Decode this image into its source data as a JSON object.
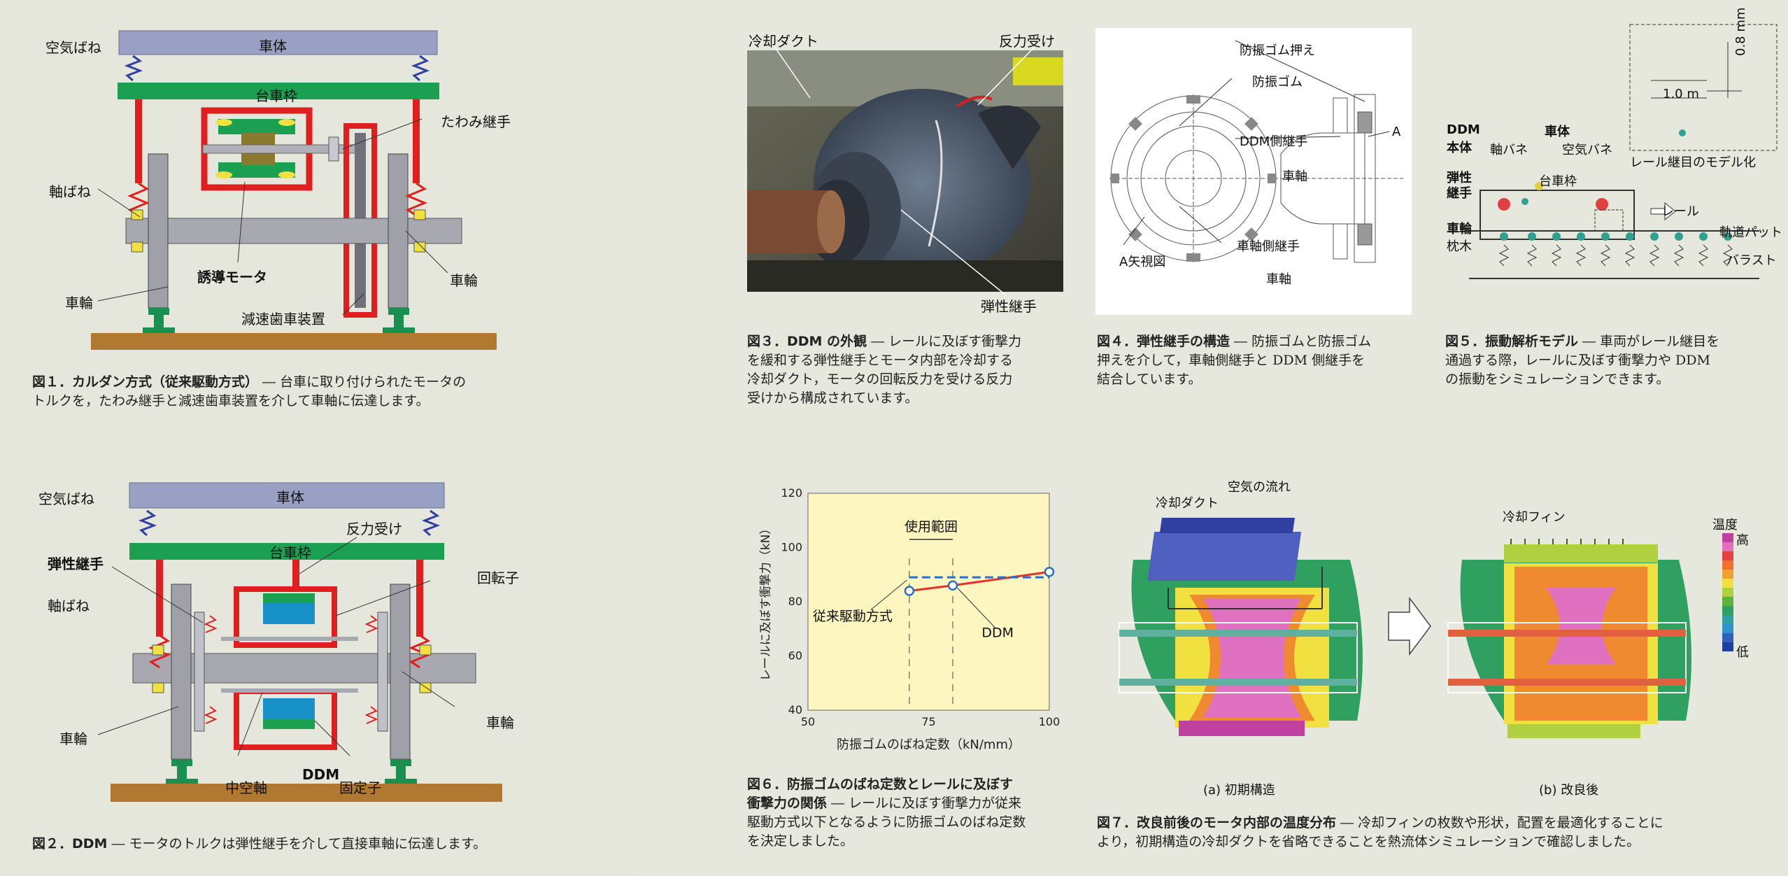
{
  "fig1": {
    "labels": {
      "car_body": "車体",
      "air_spring": "空気ばね",
      "bogie_frame": "台車枠",
      "axle_spring": "軸ばね",
      "flexible_coupling": "たわみ継手",
      "wheel_left": "車輪",
      "wheel_right": "車輪",
      "induction_motor": "誘導モータ",
      "gear_unit": "減速歯車装置"
    },
    "caption_title": "図１．カルダン方式（従来駆動方式）",
    "caption_line1": " ― 台車に取り付けられたモータの",
    "caption_line2": "トルクを，たわみ継手と減速歯車装置を介して車軸に伝達します。"
  },
  "fig2": {
    "labels": {
      "car_body": "車体",
      "air_spring": "空気ばね",
      "reaction_receiver": "反力受け",
      "bogie_frame": "台車枠",
      "elastic_coupling": "弾性継手",
      "rotor": "回転子",
      "axle_spring": "軸ばね",
      "wheel_left": "車輪",
      "wheel_right": "車輪",
      "hollow_shaft": "中空軸",
      "ddm": "DDM",
      "stator": "固定子"
    },
    "caption_title": "図２．DDM",
    "caption_line1": " ― モータのトルクは弾性継手を介して直接車軸に伝達します。"
  },
  "fig3": {
    "labels": {
      "cooling_duct": "冷却ダクト",
      "reaction_receiver": "反力受け",
      "elastic_coupling": "弾性継手"
    },
    "caption_title": "図３．DDM の外観",
    "caption_lines": [
      " ― レールに及ぼす衝撃力",
      "を緩和する弾性継手とモータ内部を冷却する",
      "冷却ダクト，モータの回転反力を受ける反力",
      "受けから構成されています。"
    ]
  },
  "fig4": {
    "labels": {
      "rubber_retainer": "防振ゴム押え",
      "rubber": "防振ゴム",
      "ddm_side_coupling": "DDM側継手",
      "a_mark": "A",
      "axle_label": "車軸",
      "axle_side_coupling": "車軸側継手",
      "a_view": "A矢視図",
      "axle_bottom": "車軸"
    },
    "caption_title": "図４．弾性継手の構造",
    "caption_lines": [
      " ― 防振ゴムと防振ゴム",
      "押えを介して，車軸側継手と DDM 側継手を",
      "結合しています。"
    ]
  },
  "fig5": {
    "labels": {
      "dim_1m": "1.0 m",
      "dim_08mm": "0.8 mm",
      "rail_joint_model": "レール継目のモデル化",
      "ddm_body_1": "DDM",
      "ddm_body_2": "本体",
      "axle_spring": "軸バネ",
      "car_body": "車体",
      "air_spring": "空気バネ",
      "elastic_1": "弾性",
      "elastic_2": "継手",
      "bogie_frame": "台車枠",
      "rail": "レール",
      "wheel": "車輪",
      "track_pad": "軌道パット",
      "sleeper": "枕木",
      "ballast": "バラスト"
    },
    "caption_title": "図５．振動解析モデル",
    "caption_lines": [
      " ― 車両がレール継目を",
      "通過する際，レールに及ぼす衝撃力や DDM",
      "の振動をシミュレーションできます。"
    ]
  },
  "fig6": {
    "chart_data": {
      "type": "line",
      "xlabel": "防振ゴムのばね定数（kN/mm）",
      "ylabel": "レールに及ぼす衝撃力（kN）",
      "xlim": [
        50,
        100
      ],
      "ylim": [
        40,
        120
      ],
      "x_ticks": [
        50,
        75,
        100
      ],
      "y_ticks": [
        40,
        60,
        80,
        100,
        120
      ],
      "usage_range_label": "使用範囲",
      "usage_range": [
        71,
        80
      ],
      "series": [
        {
          "name": "DDM",
          "color": "#e8302a",
          "style": "solid",
          "x": [
            71,
            80,
            100
          ],
          "y": [
            84,
            86,
            91
          ]
        },
        {
          "name": "従来駆動方式",
          "color": "#2a6ec8",
          "style": "dashed",
          "x": [
            71,
            80,
            100
          ],
          "y": [
            89,
            89,
            89
          ]
        }
      ]
    },
    "caption_title_1": "図６．防振ゴムのばね定数とレールに及ぼす",
    "caption_title_2": "衝撃力の関係",
    "caption_line1": " ― レールに及ぼす衝撃力が従来",
    "caption_line2": "駆動方式以下となるように防振ゴムのばね定数",
    "caption_line3": "を決定しました。"
  },
  "fig7": {
    "labels": {
      "cooling_duct": "冷却ダクト",
      "air_flow": "空気の流れ",
      "cooling_fin": "冷却フィン",
      "temperature": "温度",
      "high": "高",
      "low": "低",
      "sub_a": "(a)  初期構造",
      "sub_b": "(b)  改良後"
    },
    "legend_colors": [
      "#c040a0",
      "#e070c0",
      "#e84040",
      "#f07030",
      "#f0a030",
      "#f0e040",
      "#b0d040",
      "#60b040",
      "#30a060",
      "#30a0a0",
      "#3090d0",
      "#3060c0",
      "#2040a0"
    ],
    "caption_title": "図７．改良前後のモータ内部の温度分布",
    "caption_line1": " ― 冷却フィンの枚数や形状，配置を最適化することに",
    "caption_line2": "より，初期構造の冷却ダクトを省略できることを熱流体シミュレーションで確認しました。"
  }
}
